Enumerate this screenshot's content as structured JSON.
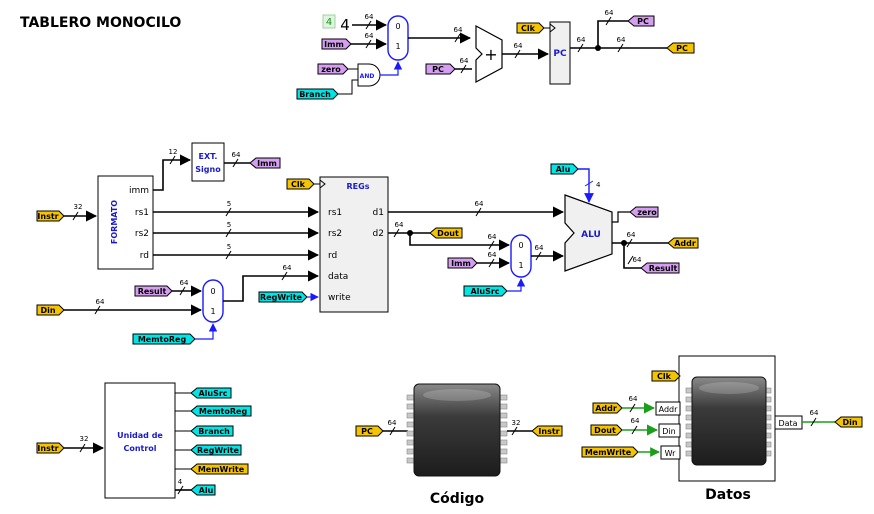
{
  "title": "TABLERO MONOCILO",
  "colors": {
    "wire": "#000000",
    "pin_yellow": "#f5c400",
    "pin_pink": "#d59ef0",
    "pin_cyan": "#00e5e5",
    "control_blue": "#1a1aff",
    "data_green": "#1b9e1b",
    "block_label_blue": "#1a1acc",
    "block_fill": "#f0f0f0",
    "constant_green": "#1a8f1a"
  },
  "pc_section": {
    "constant_box": "4",
    "constant_value": "4",
    "width_64": "64",
    "imm_pin": "Imm",
    "zero_pin": "zero",
    "branch_pin": "Branch",
    "and_label": "AND",
    "mux_0": "0",
    "mux_1": "1",
    "adder_symbol": "+",
    "pc_in_pin": "PC",
    "clk_pin": "Clk",
    "pc_register_label": "PC",
    "pc_out_pin_top": "PC",
    "pc_out_pin_right": "PC"
  },
  "datapath": {
    "instr_pin": "Instr",
    "instr_width": "32",
    "formato_label": "FORMATO",
    "formato_ports": [
      "imm",
      "rs1",
      "rs2",
      "rd"
    ],
    "imm_width": "12",
    "ext_label_1": "EXT.",
    "ext_label_2": "Signo",
    "ext_out_width": "64",
    "ext_out_pin": "Imm",
    "reg_width": "5",
    "regs_label": "REGs",
    "regs_clk_pin": "Clk",
    "regs_ports_left": [
      "rs1",
      "rs2",
      "rd",
      "data",
      "write"
    ],
    "regs_ports_right": [
      "d1",
      "d2"
    ],
    "regwrite_pin": "RegWrite",
    "result_pin": "Result",
    "din_pin": "Din",
    "memtoreg_pin": "MemtoReg",
    "wb_mux_0": "0",
    "wb_mux_1": "1",
    "dout_pin": "Dout",
    "alu_imm_pin": "Imm",
    "alusrc_pin": "AluSrc",
    "alu_mux_0": "0",
    "alu_mux_1": "1",
    "alu_ctrl_pin": "Alu",
    "alu_ctrl_width": "4",
    "alu_label": "ALU",
    "zero_out_pin": "zero",
    "addr_out_pin": "Addr",
    "result_out_pin": "Result",
    "width_64": "64"
  },
  "control_unit": {
    "instr_pin": "Instr",
    "instr_width": "32",
    "label_1": "Unidad de",
    "label_2": "Control",
    "outputs": [
      "AluSrc",
      "MemtoReg",
      "Branch",
      "RegWrite",
      "MemWrite",
      "Alu"
    ],
    "alu_width": "4"
  },
  "code_memory": {
    "pc_pin": "PC",
    "in_width": "64",
    "out_width": "32",
    "out_pin": "Instr",
    "caption": "Código"
  },
  "data_memory": {
    "clk_pin": "Clk",
    "addr_pin": "Addr",
    "dout_pin": "Dout",
    "memwrite_pin": "MemWrite",
    "ports_left": [
      "Addr",
      "Din",
      "Wr"
    ],
    "port_right": "Data",
    "width_64": "64",
    "out_pin": "Din",
    "caption": "Datos"
  }
}
